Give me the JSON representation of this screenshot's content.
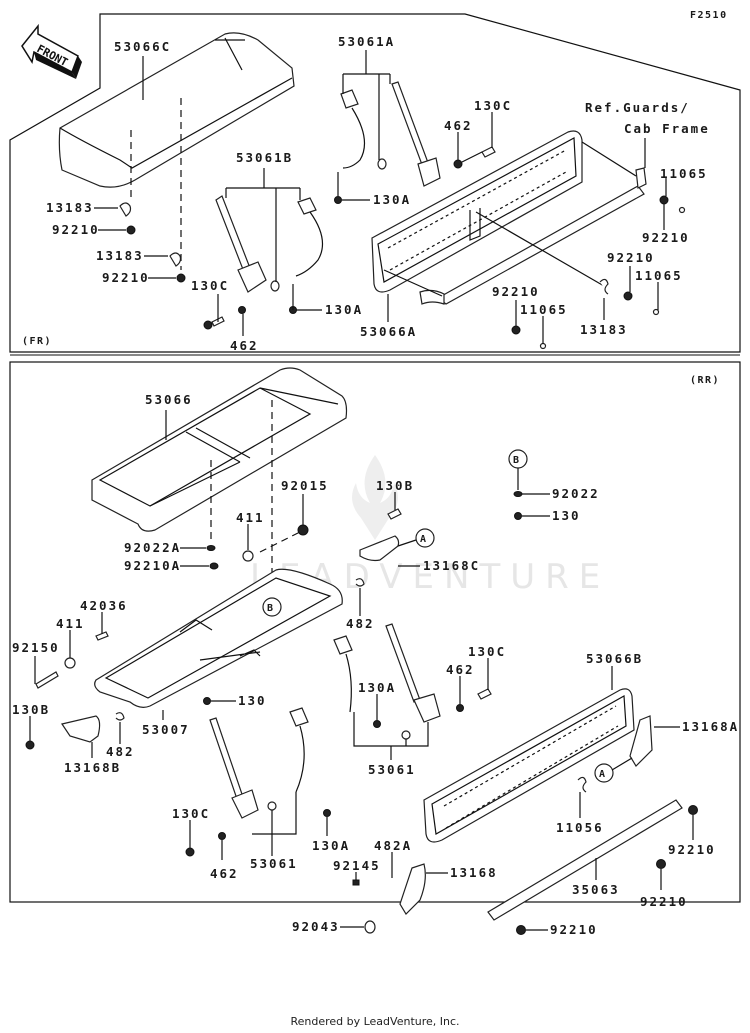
{
  "figure_code": "F2510",
  "front_arrow_label": "FRONT",
  "panels": {
    "front": {
      "tag": "(FR)",
      "reference_note": [
        "Ref.Guards/",
        "Cab Frame"
      ],
      "labels": {
        "seat_cushion": "53066C",
        "belt_assy_a": "53061A",
        "belt_assy_b": "53061B",
        "bolt_130c_upper": "130C",
        "washer_462_upper": "462",
        "bolt_130a_upper": "130A",
        "bolt_130a_lower": "130A",
        "bolt_130c_lower": "130C",
        "washer_462_lower": "462",
        "clamp_13183_1": "13183",
        "nut_92210_1": "92210",
        "clamp_13183_2": "13183",
        "nut_92210_2": "92210",
        "seatback": "53066A",
        "cap_11065_1": "11065",
        "nut_92210_3": "92210",
        "nut_92210_4": "92210",
        "cap_11065_2": "11065",
        "nut_92210_5": "92210",
        "cap_11065_3": "11065",
        "clamp_13183_3": "13183"
      }
    },
    "rear": {
      "tag": "(RR)",
      "labels": {
        "seat_cushion": "53066",
        "nut_92015": "92015",
        "washer_411_top": "411",
        "washer_92022a": "92022A",
        "nut_92210a": "92210A",
        "bolt_130b_top": "130B",
        "bracket_13168c": "13168C",
        "ring_482_top": "482",
        "collar_42036": "42036",
        "washer_411_left": "411",
        "bolt_92150": "92150",
        "bolt_130b_left": "130B",
        "ring_482_left": "482",
        "bracket_13168b": "13168B",
        "frame_53007": "53007",
        "bolt_130_mid": "130",
        "washer_92022_b": "92022",
        "bolt_130_b": "130",
        "bolt_130a_right": "130A",
        "washer_462_right": "462",
        "bolt_130c_right": "130C",
        "belt_53061_right": "53061",
        "seatback_53066b": "53066B",
        "bracket_13168a": "13168A",
        "clip_11056": "11056",
        "bolt_130c_left": "130C",
        "washer_462_left": "462",
        "belt_53061_left": "53061",
        "bolt_130a_left": "130A",
        "ring_482a": "482A",
        "spring_92145": "92145",
        "bracket_13168": "13168",
        "pin_92043": "92043",
        "rod_35063": "35063",
        "nut_92210_bottom": "92210",
        "nut_92210_r1": "92210",
        "nut_92210_r2": "92210"
      },
      "callouts": {
        "a": "A",
        "b": "B"
      }
    }
  },
  "watermark": "LEADVENTURE",
  "footer": "Rendered by LeadVenture, Inc."
}
